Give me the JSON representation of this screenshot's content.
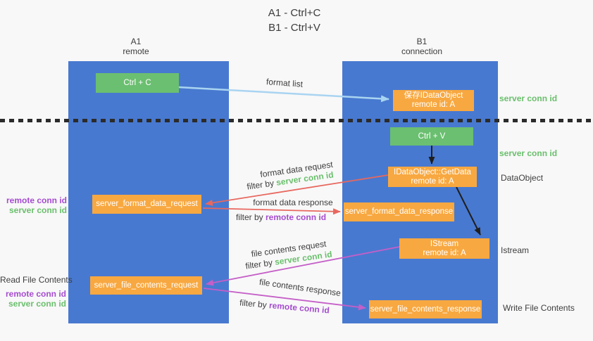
{
  "title": {
    "line1": "A1 - Ctrl+C",
    "line2": "B1 - Ctrl+V"
  },
  "columns": {
    "left": {
      "name": "A1",
      "role": "remote"
    },
    "right": {
      "name": "B1",
      "role": "connection"
    }
  },
  "nodes": {
    "ctrl_c": {
      "label": "Ctrl + C"
    },
    "save_dataobject": {
      "line1": "保存IDataObject",
      "line2": "remote id: A"
    },
    "ctrl_v": {
      "label": "Ctrl + V"
    },
    "getdata": {
      "line1": "IDataObject::GetData",
      "line2": "remote id: A"
    },
    "format_request": {
      "label": "server_format_data_request"
    },
    "format_response": {
      "label": "server_format_data_response"
    },
    "istream": {
      "line1": "IStream",
      "line2": "remote id: A"
    },
    "file_request": {
      "label": "server_file_contents_request"
    },
    "file_response": {
      "label": "server_file_contents_response"
    }
  },
  "flow_labels": {
    "format_list": "format list",
    "format_data_request": "format data request",
    "format_data_response": "format data response",
    "file_contents_request": "file contents request",
    "file_contents_response": "file contents response",
    "filter_by": "filter by",
    "server_conn_id": "server conn id",
    "remote_conn_id": "remote conn id"
  },
  "side_labels": {
    "server_conn_id_top": "server conn id",
    "server_conn_id_mid": "server conn id",
    "dataobject": "DataObject",
    "istream": "Istream",
    "write_file_contents": "Write File Contents",
    "read_file_contents": "Read File Contents",
    "remote_conn_id": "remote conn id",
    "server_conn_id": "server conn id"
  },
  "colors": {
    "column_blue": "#4879d0",
    "node_green": "#6bbf70",
    "node_orange": "#f8a840",
    "text_green": "#6abf6c",
    "text_purple": "#a54ccf",
    "arrow_red": "#e8685f",
    "arrow_magenta": "#c55fc8",
    "arrow_lightblue": "#a9d4f1",
    "arrow_black": "#1f1f1f",
    "separator_black": "#2b2b2b",
    "background": "#f8f8f8"
  }
}
